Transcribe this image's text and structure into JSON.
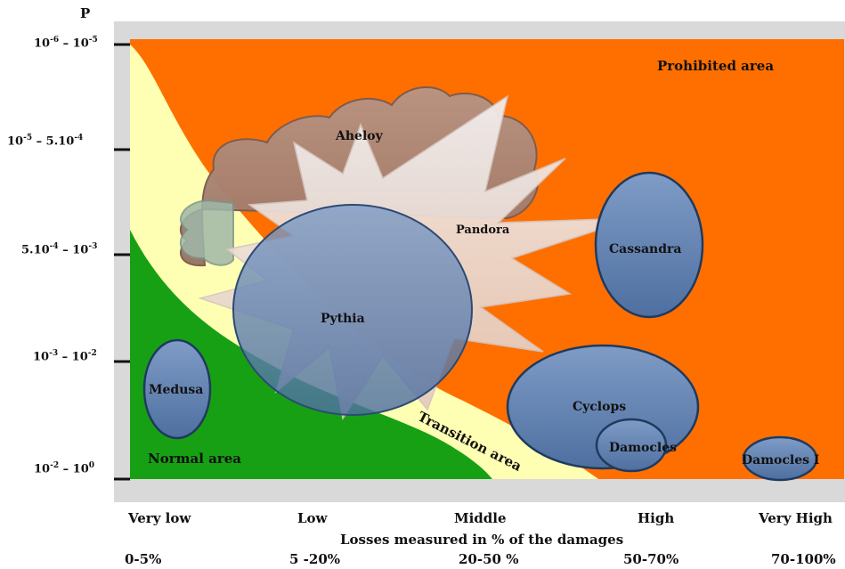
{
  "axis": {
    "y_title": "P",
    "y_labels": [
      {
        "base": "10",
        "exp": "-6",
        "mid": " – 10",
        "exp2": "-5"
      },
      {
        "base": "10",
        "exp": "-5",
        "mid": " – 5.10",
        "exp2": "-4"
      },
      {
        "base": "5.10",
        "exp": "-4",
        "mid": " – 10",
        "exp2": "-3"
      },
      {
        "base": "10",
        "exp": "-3",
        "mid": " – 10",
        "exp2": "-2"
      },
      {
        "base": "10",
        "exp": "-2",
        "mid": " – 10",
        "exp2": "0"
      }
    ],
    "x_labels": [
      "Very low",
      "Low",
      "Middle",
      "High",
      "Very High"
    ],
    "x_title": "Losses measured in % of the damages",
    "x_percent": [
      "0-5%",
      "5 -20%",
      "20-50 %",
      "50-70%",
      "70-100%"
    ]
  },
  "areas": {
    "prohibited": "Prohibited area",
    "transition": "Transition area",
    "normal": "Normal area"
  },
  "shapes": {
    "aheloy": "Aheloy",
    "pandora": "Pandora",
    "pythia": "Pythia",
    "cassandra": "Cassandra",
    "medusa": "Medusa",
    "cyclops": "Cyclops",
    "damocles": "Damocles",
    "damocles_i": "Damocles I"
  },
  "colors": {
    "prohibited": "#FF6F00",
    "transition": "#FFFFB3",
    "normal": "#17A014",
    "frame": "#D9D9D9",
    "aheloy": "#A87E6E",
    "ellipse": "#5B7FB1",
    "ellipse_edge": "#1F3A5F"
  }
}
